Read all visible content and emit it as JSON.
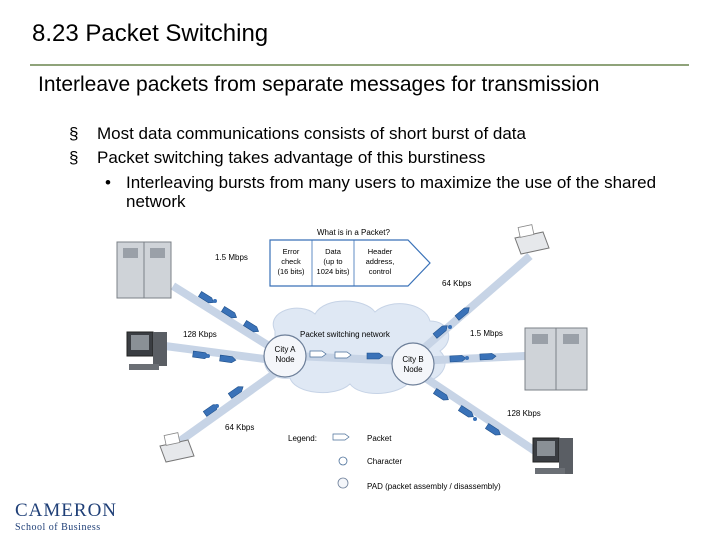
{
  "slide": {
    "title": "8.23  Packet Switching",
    "main_bullet": "Interleave packets from separate messages for transmission",
    "sub_bullets": [
      "Most data communications consists of short burst of data",
      "Packet switching takes advantage of this burstiness"
    ],
    "sub_sub_bullet": "Interleaving bursts from many users to maximize the use of the shared  network"
  },
  "diagram": {
    "packet_heading": "What is in a Packet?",
    "packet_fields": [
      {
        "l1": "Error",
        "l2": "check",
        "l3": "(16 bits)"
      },
      {
        "l1": "Data",
        "l2": "(up to",
        "l3": "1024 bits)"
      },
      {
        "l1": "Header",
        "l2": "address,",
        "l3": "control"
      }
    ],
    "speeds": {
      "top_left": "1.5 Mbps",
      "top_right": "64 Kbps",
      "mid_left": "128 Kbps",
      "mid_right": "1.5 Mbps",
      "bottom_left": "64 Kbps",
      "bottom_right": "128 Kbps"
    },
    "network_label": "Packet switching network",
    "node_a": {
      "l1": "City A",
      "l2": "Node"
    },
    "node_b": {
      "l1": "City B",
      "l2": "Node"
    },
    "legend_title": "Legend:",
    "legend_items": [
      "Packet",
      "Character",
      "PAD (packet assembly / disassembly)"
    ]
  },
  "logo": {
    "name": "CAMERON",
    "school": "School of Business"
  },
  "colors": {
    "rule": "#8fa37a",
    "arrow": "#3a72b8",
    "cloud": "#dfe8f4",
    "logo": "#1f3f77"
  }
}
